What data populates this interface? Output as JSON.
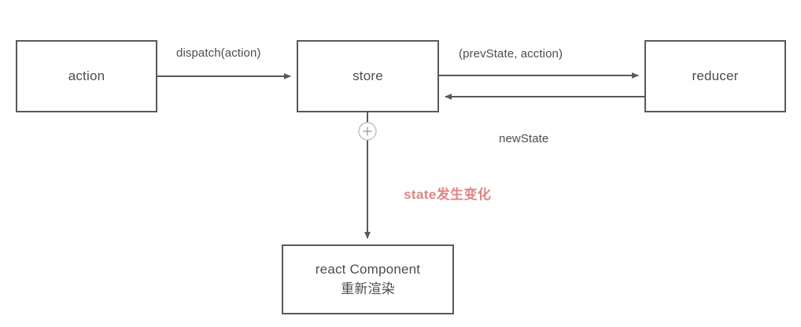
{
  "diagram": {
    "title": "redux-data-flow",
    "colors": {
      "stroke": "#595959",
      "text": "#4d4d4d",
      "accent": "#e08585",
      "connector": "#b3b3b3",
      "background": "#ffffff"
    },
    "nodes": [
      {
        "id": "action",
        "lines": [
          "action"
        ]
      },
      {
        "id": "store",
        "lines": [
          "store"
        ]
      },
      {
        "id": "reducer",
        "lines": [
          "reducer"
        ]
      },
      {
        "id": "component",
        "lines": [
          "react Component",
          "重新渲染"
        ]
      }
    ],
    "edges": [
      {
        "id": "action-to-store",
        "label": "dispatch(action)",
        "from": "action",
        "to": "store",
        "accent": false
      },
      {
        "id": "store-to-reducer",
        "label": "(prevState, acction)",
        "from": "store",
        "to": "reducer",
        "accent": false
      },
      {
        "id": "reducer-to-store",
        "label": "newState",
        "from": "reducer",
        "to": "store",
        "accent": false
      },
      {
        "id": "store-to-component",
        "label": "state发生变化",
        "from": "store",
        "to": "component",
        "accent": true
      }
    ],
    "connector": {
      "id": "plus-connector",
      "glyph": "+"
    }
  }
}
